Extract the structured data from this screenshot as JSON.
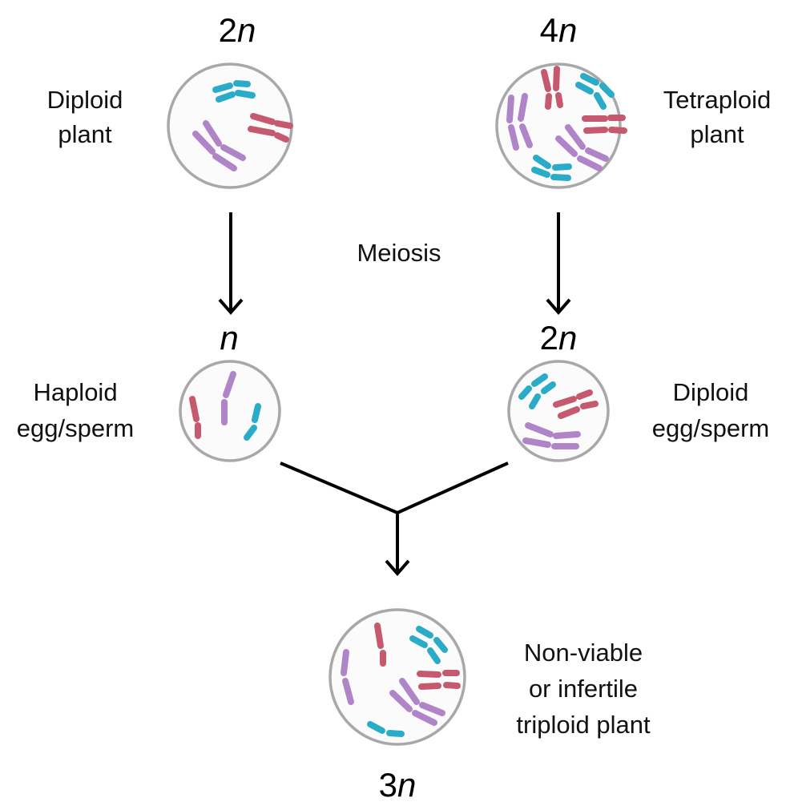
{
  "colors": {
    "blue": "#2aacc8",
    "red": "#c55a6e",
    "purple": "#b085c8",
    "cell_border": "#a8a8a8",
    "cell_fill": "#fbfbfb"
  },
  "nodes": {
    "diploid_plant": {
      "ploidy_num": "2",
      "ploidy_var": "n",
      "label_line1": "Diploid",
      "label_line2": "plant"
    },
    "tetraploid_plant": {
      "ploidy_num": "4",
      "ploidy_var": "n",
      "label_line1": "Tetraploid",
      "label_line2": "plant"
    },
    "haploid_gamete": {
      "ploidy_num": "",
      "ploidy_var": "n",
      "label_line1": "Haploid",
      "label_line2": "egg/sperm"
    },
    "diploid_gamete": {
      "ploidy_num": "2",
      "ploidy_var": "n",
      "label_line1": "Diploid",
      "label_line2": "egg/sperm"
    },
    "triploid_plant": {
      "ploidy_num": "3",
      "ploidy_var": "n",
      "label_line1": "Non-viable",
      "label_line2": "or infertile",
      "label_line3": "triploid plant"
    }
  },
  "process_label": "Meiosis",
  "edges": [
    {
      "from": "diploid_plant",
      "to": "haploid_gamete",
      "type": "meiosis"
    },
    {
      "from": "tetraploid_plant",
      "to": "diploid_gamete",
      "type": "meiosis"
    },
    {
      "from": [
        "haploid_gamete",
        "diploid_gamete"
      ],
      "to": "triploid_plant",
      "type": "fertilization"
    }
  ]
}
